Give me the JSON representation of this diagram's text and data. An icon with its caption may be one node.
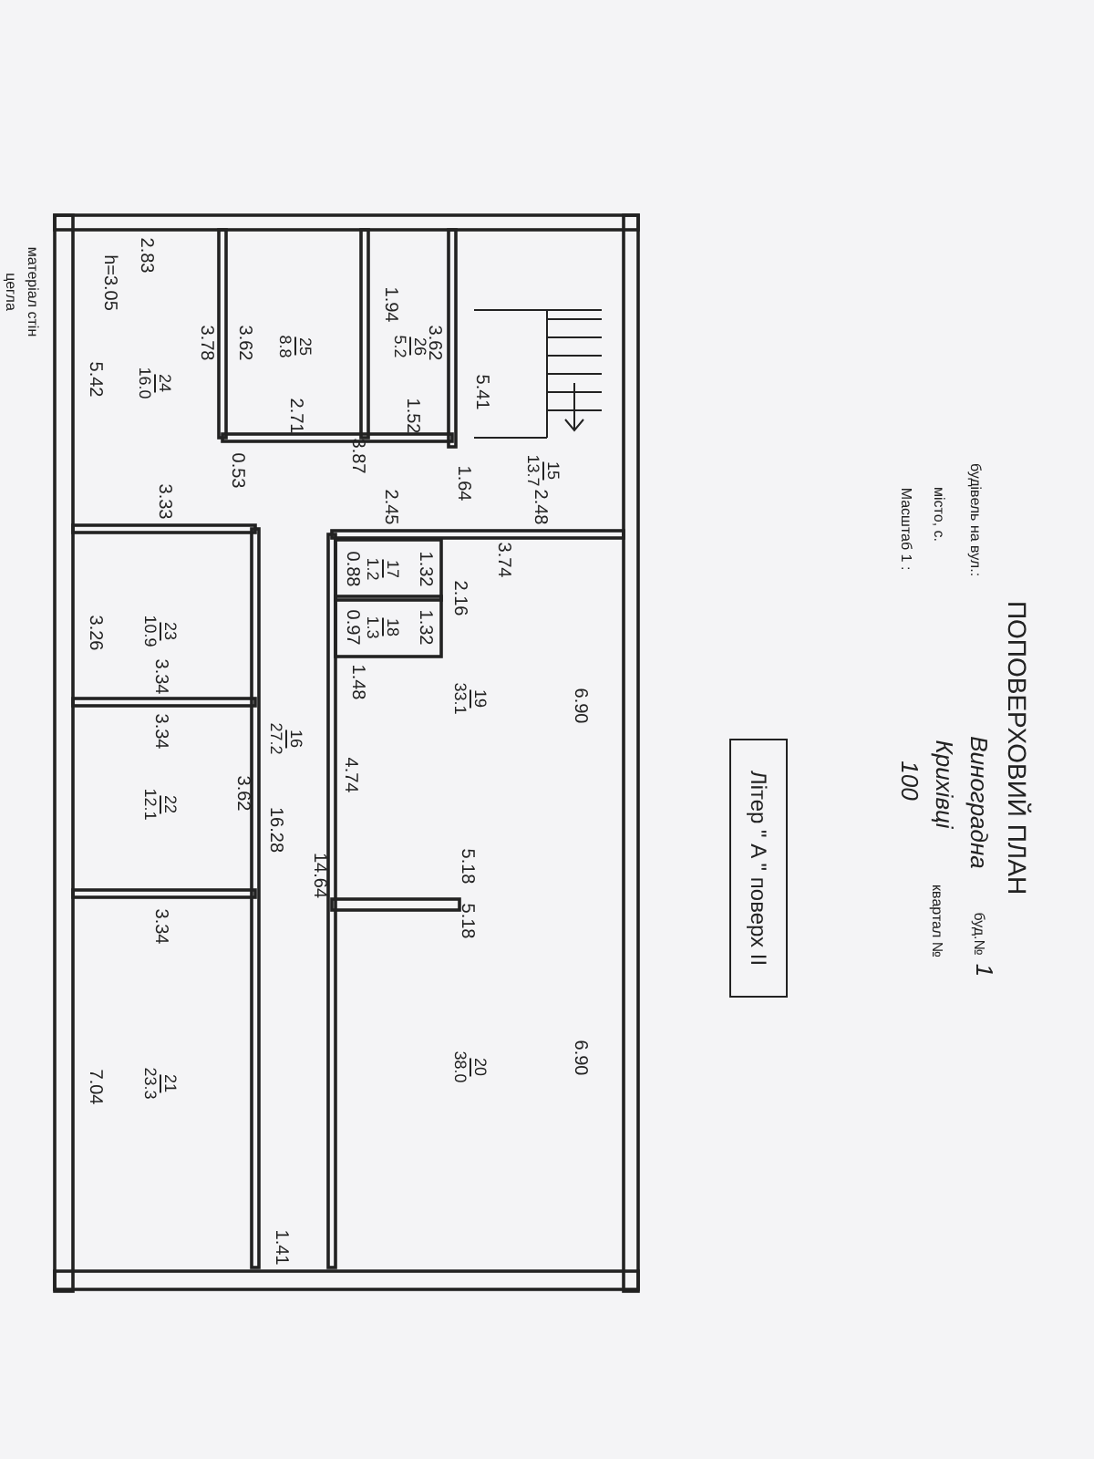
{
  "diagram": {
    "title": "ПОПОВЕРХОВИЙ ПЛАН",
    "nodes": [
      {
        "text": [
          "15",
          "13.7"
        ]
      },
      {
        "text": [
          "16",
          "27.2"
        ]
      },
      {
        "text": [
          "17",
          "1.2"
        ]
      },
      {
        "text": [
          "18",
          "1.3"
        ]
      },
      {
        "text": [
          "19",
          "33.1"
        ]
      },
      {
        "text": [
          "20",
          "38.0"
        ]
      },
      {
        "text": [
          "21",
          "23.3"
        ]
      },
      {
        "text": [
          "22",
          "12.1"
        ]
      },
      {
        "text": [
          "23",
          "10.9"
        ]
      },
      {
        "text": [
          "24",
          "16.0"
        ]
      },
      {
        "text": [
          "25",
          "8.8"
        ]
      },
      {
        "text": [
          "26",
          "5.2"
        ]
      },
      {
        "text": [
          "Літер \" A \" поверх II"
        ]
      }
    ],
    "edges": [],
    "labels": [
      "будівель на вул.:",
      "Виноградна",
      "буд.№",
      "1",
      "місто, с.",
      "Крихівці",
      "квартал №",
      "Масштаб 1 :",
      "100",
      "матеріал стін",
      "цегла",
      "h=3.05",
      "2.83",
      "5.42",
      "3.78",
      "3.62",
      "1.94",
      "3.62",
      "5.41",
      "2.71",
      "3.87",
      "1.52",
      "0.53",
      "1.64",
      "3.33",
      "2.45",
      "2.48",
      "3.74",
      "1.32",
      "0.88",
      "2.16",
      "0.97",
      "1.32",
      "1.48",
      "3.26",
      "3.34",
      "3.34",
      "6.90",
      "4.74",
      "3.62",
      "16.28",
      "14.64",
      "5.18",
      "5.18",
      "3.34",
      "7.04",
      "6.90",
      "1.41"
    ]
  }
}
